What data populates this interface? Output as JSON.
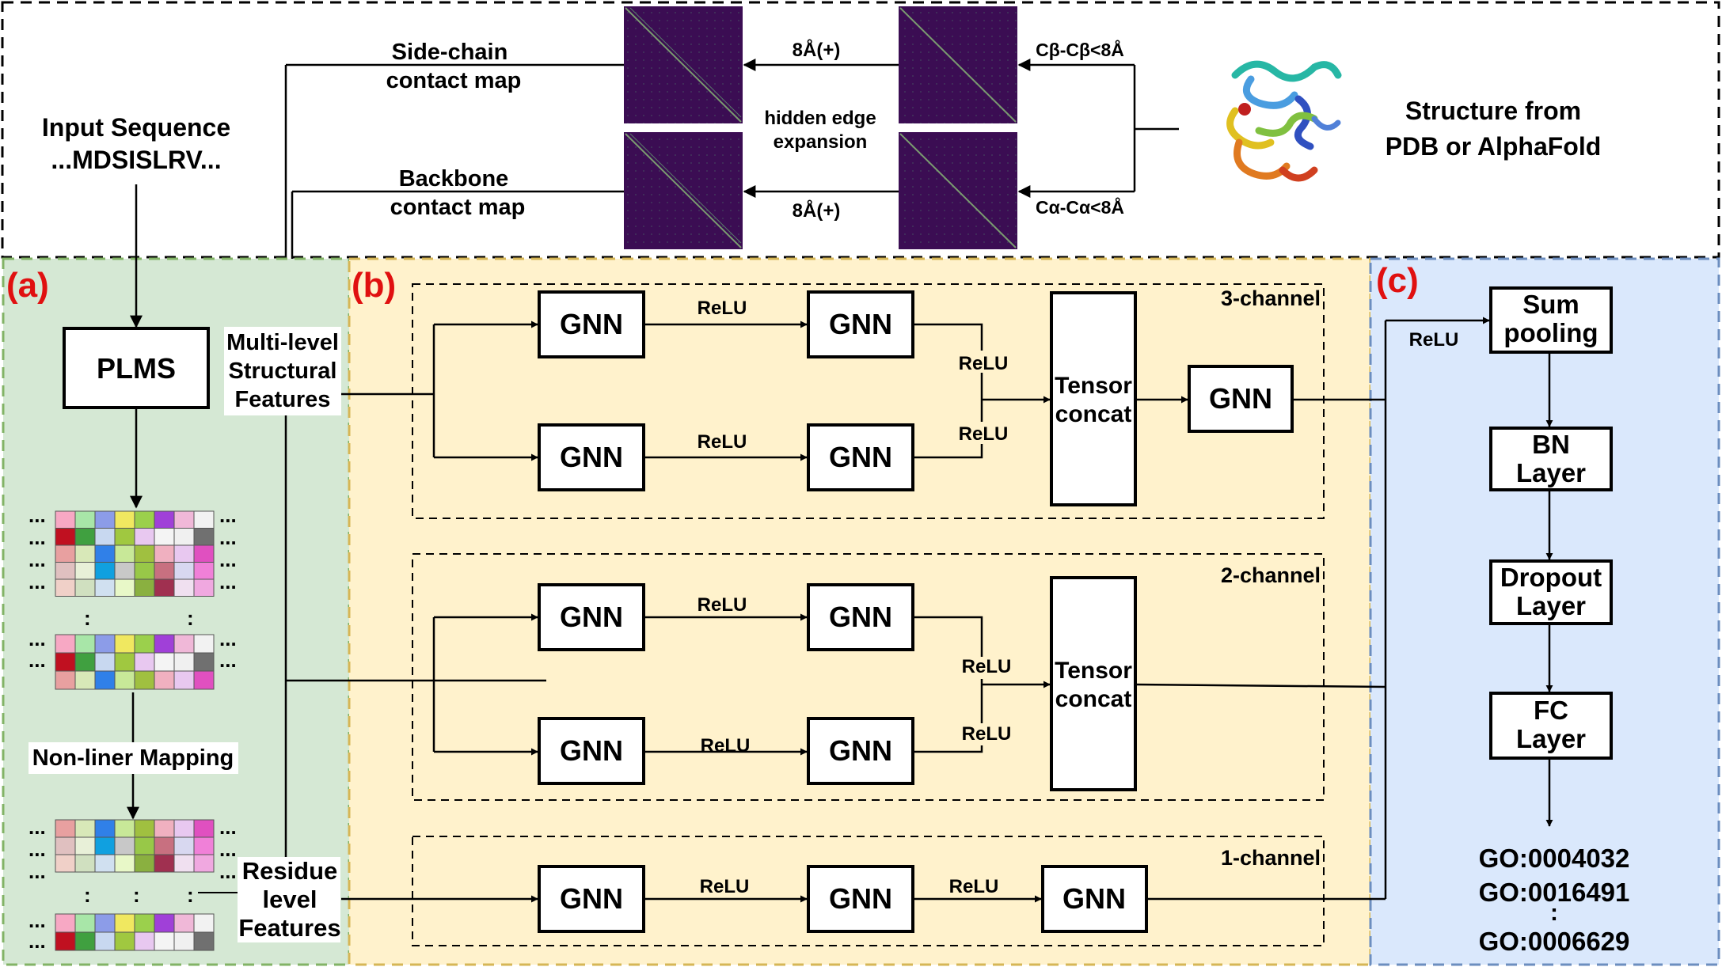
{
  "colors": {
    "panel_a_fill": "#d5e8d4",
    "panel_a_border": "#82b366",
    "panel_b_fill": "#fff2cc",
    "panel_b_border": "#d6b656",
    "panel_c_fill": "#dae8fc",
    "panel_c_border": "#6c8ebf",
    "panel_label": "#e01010",
    "contact_map": "#3b0d53"
  },
  "top": {
    "input_line1": "Input Sequence",
    "input_line2": "...MDSISLRV...",
    "sidechain_line1": "Side-chain",
    "sidechain_line2": "contact map",
    "backbone_line1": "Backbone",
    "backbone_line2": "contact map",
    "expand_top": "8Å(+)",
    "expand_bottom": "8Å(+)",
    "hidden_line1": "hidden edge",
    "hidden_line2": "expansion",
    "cb_threshold": "Cβ-Cβ<8Å",
    "ca_threshold": "Cα-Cα<8Å",
    "structure_line1": "Structure from",
    "structure_line2": "PDB or AlphaFold",
    "protein_icon": "protein-structure-icon"
  },
  "panel_a": {
    "label": "(a)",
    "plms": "PLMS",
    "multi_line1": "Multi-level",
    "multi_line2": "Structural",
    "multi_line3": "Features",
    "mapping": "Non-liner Mapping",
    "residue_line1": "Residue",
    "residue_line2": "level",
    "residue_line3": "Features",
    "dots": "...",
    "vdots": ":"
  },
  "panel_b": {
    "label": "(b)",
    "gnn": "GNN",
    "relu": "ReLU",
    "tensor_line1": "Tensor",
    "tensor_line2": "concat",
    "channel3": "3-channel",
    "channel2": "2-channel",
    "channel1": "1-channel"
  },
  "panel_c": {
    "label": "(c)",
    "relu": "ReLU",
    "sum_line1": "Sum",
    "sum_line2": "pooling",
    "bn_line1": "BN",
    "bn_line2": "Layer",
    "dropout_line1": "Dropout",
    "dropout_line2": "Layer",
    "fc_line1": "FC",
    "fc_line2": "Layer",
    "go_terms": [
      "GO:0004032",
      "GO:0016491",
      "GO:0006629"
    ],
    "vdots": ":"
  }
}
